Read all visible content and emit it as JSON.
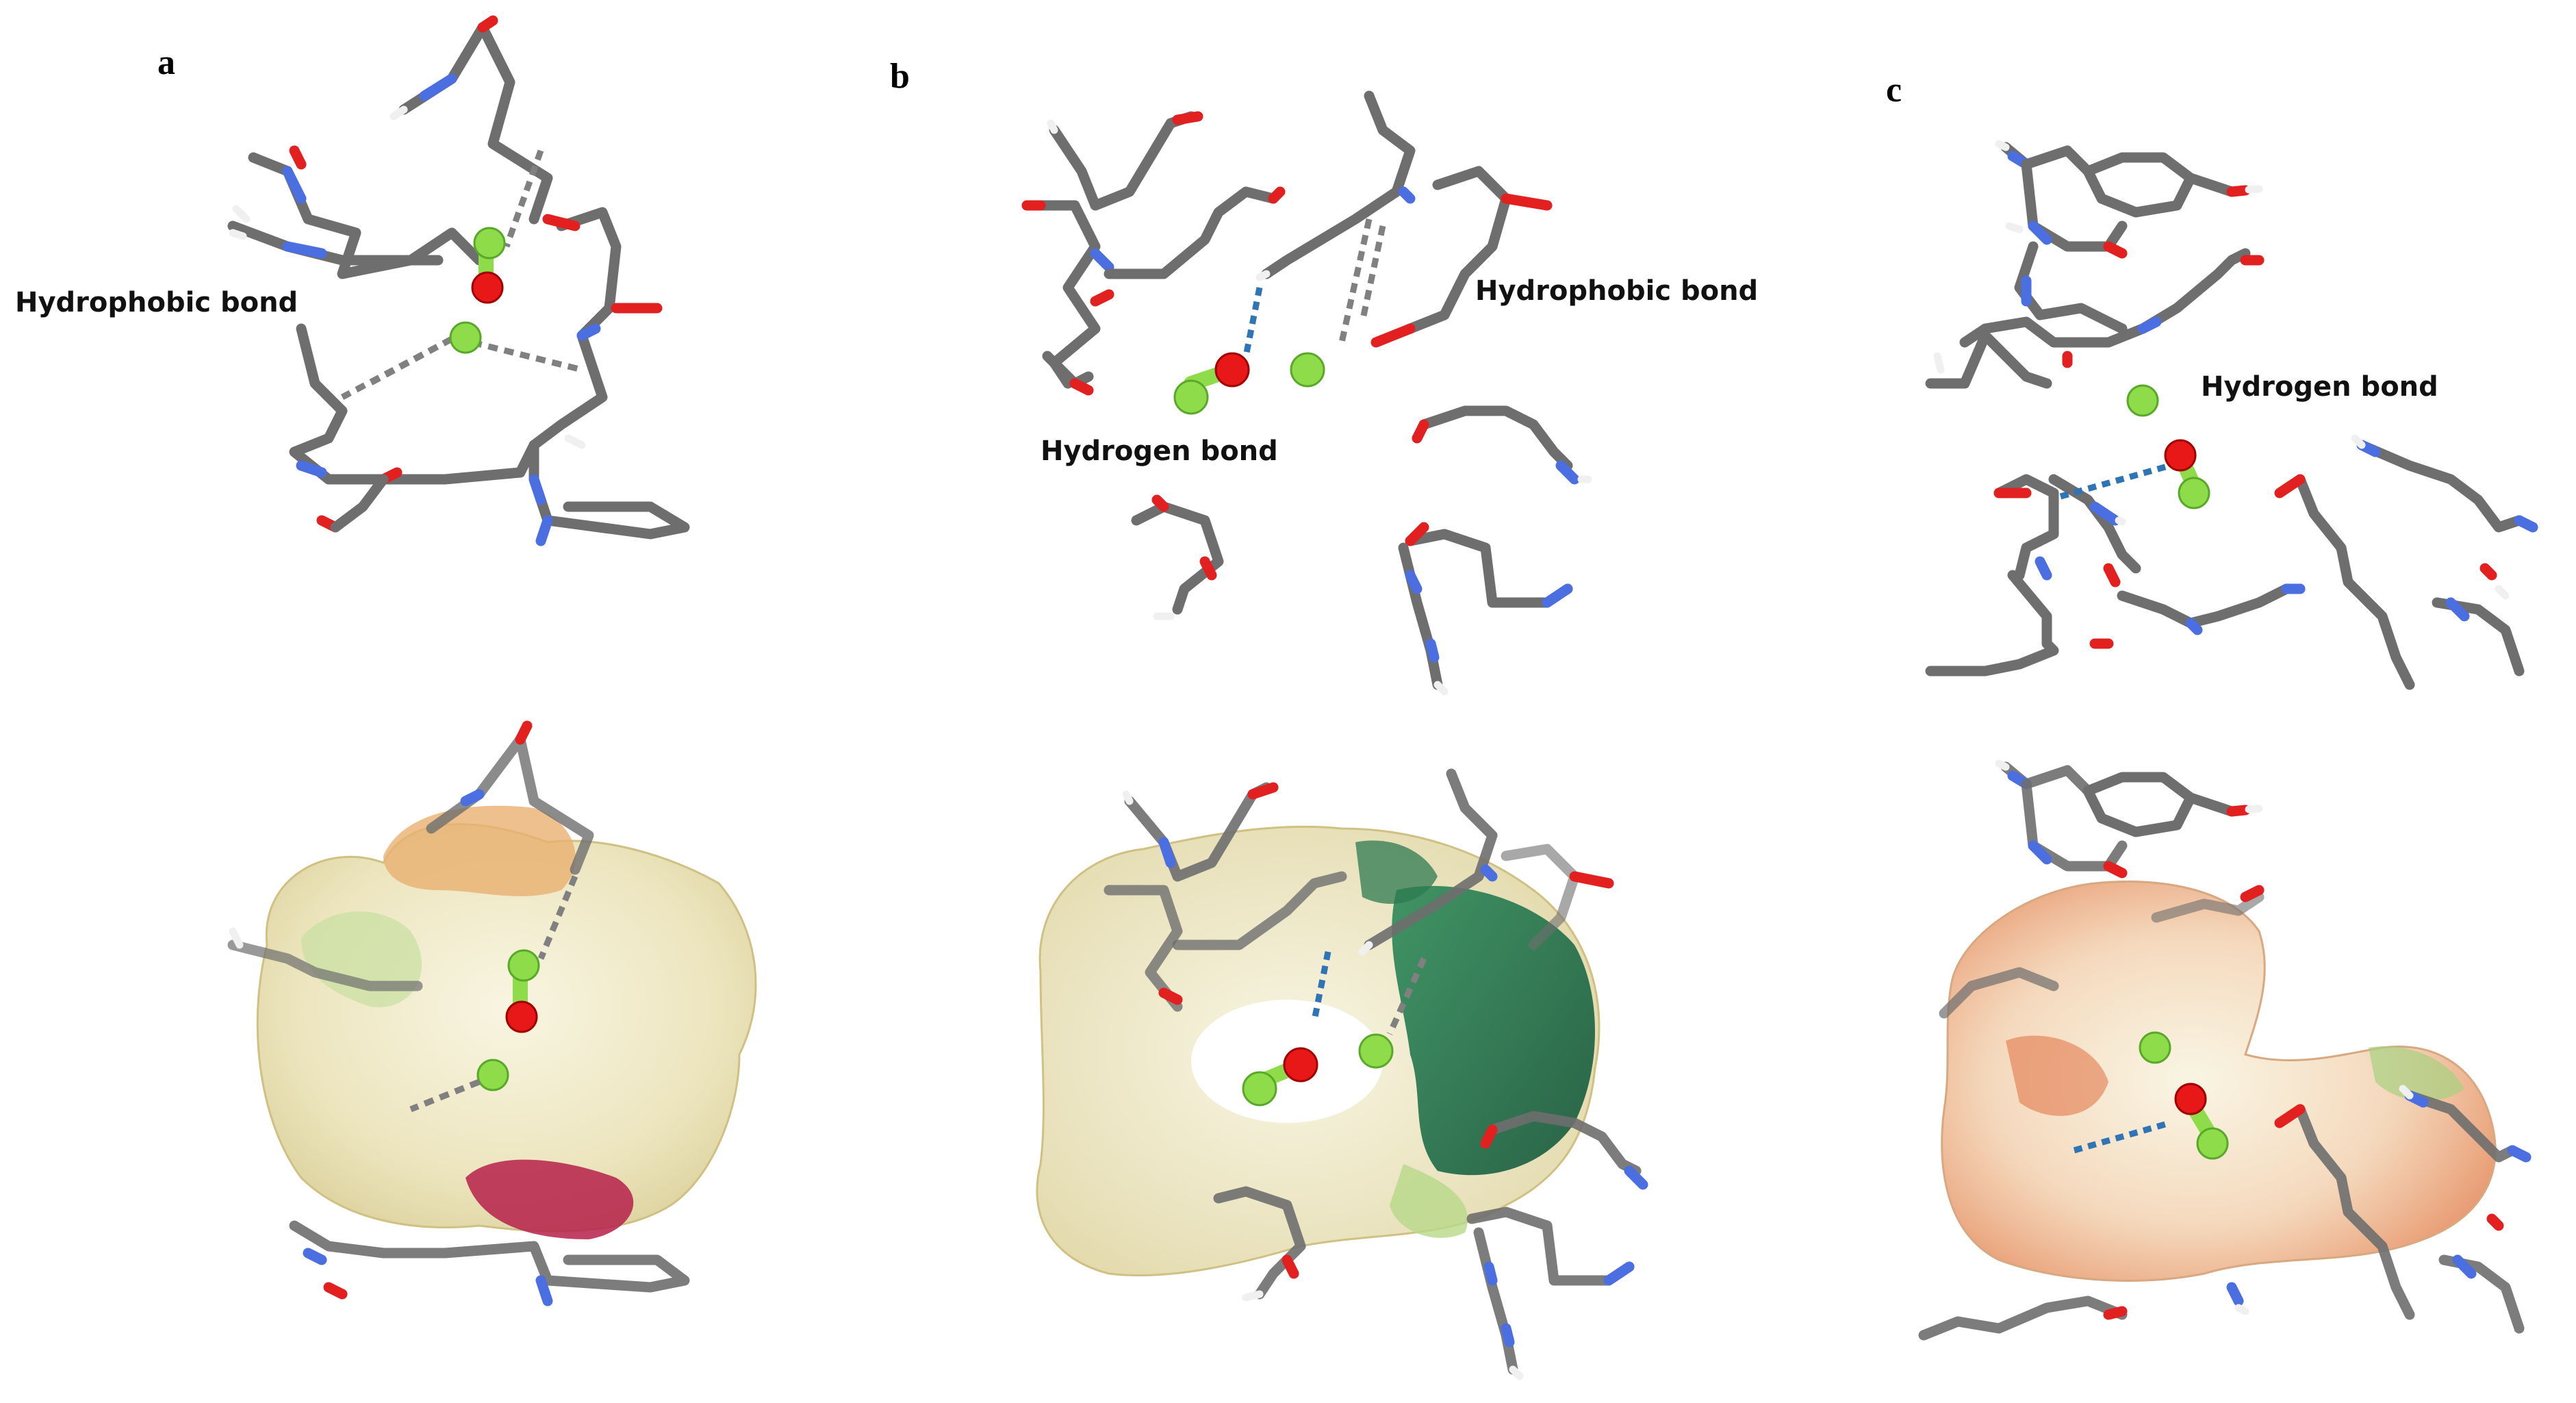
{
  "panels": [
    {
      "letter": "a",
      "label": "Hydrophobic bond"
    },
    {
      "letter": "b",
      "label_hydrophobic": "Hydrophobic bond",
      "label_hydrogen": "Hydrogen bond"
    },
    {
      "letter": "c",
      "label": "Hydrogen bond"
    }
  ],
  "colors": {
    "carbon": "#6e6e6e",
    "nitrogen": "#4b6fe0",
    "oxygen": "#e32020",
    "hydrogen": "#f0f0f0",
    "chlorine": "#8fdc4a",
    "hydrogen_bond": "#2f75b5",
    "hydrophobic_bond": "#808080",
    "surface_neutral": "#e8e0b0",
    "surface_hydrophobic": "#e8a060",
    "surface_hydrophilic": "#1e6b45",
    "surface_charged": "#b5204a"
  }
}
